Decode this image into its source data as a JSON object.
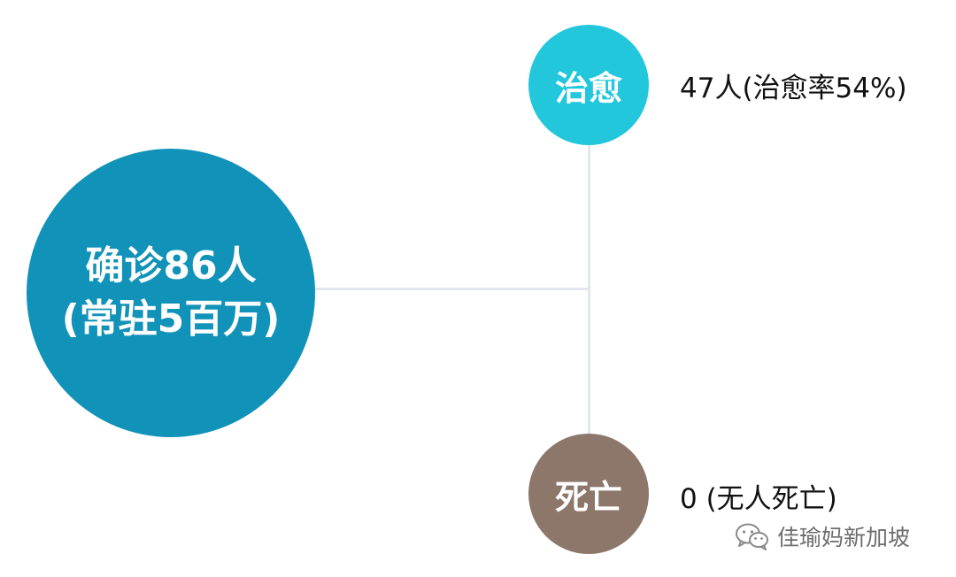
{
  "main_node": {
    "line1": "确诊86人",
    "line2": "(常驻5百万)",
    "color": "#1192b8"
  },
  "cured_node": {
    "label": "治愈",
    "value": "47人(治愈率54%)",
    "color": "#22c7dc"
  },
  "death_node": {
    "label": "死亡",
    "value": "0 (无人死亡)",
    "color": "#8c776a"
  },
  "watermark": {
    "icon": "wechat-icon",
    "text": "佳瑜妈新加坡"
  }
}
